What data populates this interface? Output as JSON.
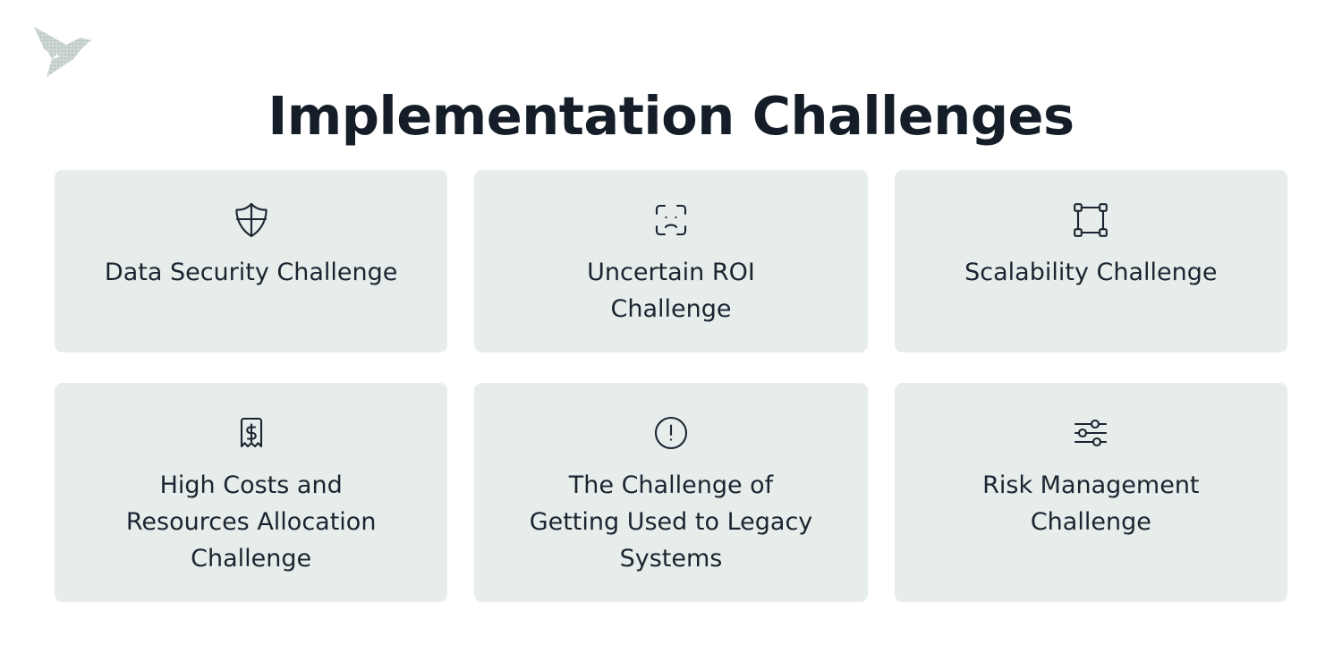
{
  "header": {
    "title": "Implementation Challenges",
    "logo": {
      "name": "origami-bird-logo",
      "color": "#c7d2ce"
    }
  },
  "theme": {
    "page_background": "#ffffff",
    "card_background": "#e6edeb",
    "title_color": "#151e28",
    "label_color": "#1b2430",
    "icon_color": "#1b2430"
  },
  "cards": [
    {
      "icon": "shield-cross-icon",
      "label": "Data Security Challenge",
      "row": 1
    },
    {
      "icon": "face-scan-frown-icon",
      "label": "Uncertain ROI Challenge",
      "row": 1
    },
    {
      "icon": "scale-handles-icon",
      "label": "Scalability Challenge",
      "row": 1
    },
    {
      "icon": "receipt-dollar-icon",
      "label": "High Costs and Resources Allocation Challenge",
      "row": 2
    },
    {
      "icon": "alert-circle-icon",
      "label": "The Challenge of Getting Used to Legacy Systems",
      "row": 2
    },
    {
      "icon": "sliders-icon",
      "label": "Risk Management Challenge",
      "row": 2
    }
  ]
}
